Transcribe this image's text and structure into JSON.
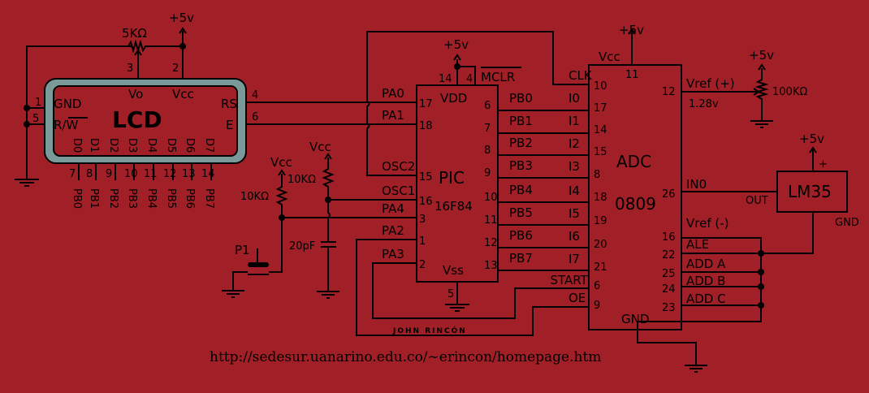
{
  "colors": {
    "background": "#a11f26",
    "wire": "#000000",
    "lcd_bezel": "#7a9a9a"
  },
  "lcd": {
    "label": "LCD",
    "pins": {
      "gnd": "GND",
      "rw": "R/W",
      "vo": "Vo",
      "vcc": "Vcc",
      "rs": "RS",
      "e": "E"
    },
    "pin_numbers": {
      "gnd": "1",
      "rw": "5",
      "vo": "3",
      "vcc": "2",
      "rs": "4",
      "e": "6"
    },
    "data_pins": [
      "D0",
      "D1",
      "D2",
      "D3",
      "D4",
      "D5",
      "D6",
      "D7"
    ],
    "data_pin_numbers": [
      "7",
      "8",
      "9",
      "10",
      "11",
      "12",
      "13",
      "14"
    ],
    "data_connections": [
      "PB0",
      "PB1",
      "PB2",
      "PB3",
      "PB4",
      "PB5",
      "PB6",
      "PB7"
    ]
  },
  "contrast_pot": {
    "value": "5KΩ"
  },
  "supplies": {
    "plus5v": "+5v",
    "vcc": "Vcc"
  },
  "pic": {
    "name": "PIC",
    "model": "16F84",
    "vdd": "VDD",
    "vss": "Vss",
    "mclr": "MCLR",
    "left_pins": [
      {
        "label": "PA0",
        "num": "17"
      },
      {
        "label": "PA1",
        "num": "18"
      },
      {
        "label": "OSC2",
        "num": "15"
      },
      {
        "label": "OSC1",
        "num": "16"
      },
      {
        "label": "PA4",
        "num": "3"
      },
      {
        "label": "PA2",
        "num": "1"
      },
      {
        "label": "PA3",
        "num": "2"
      }
    ],
    "right_pins": [
      {
        "label": "PB0",
        "num": "6"
      },
      {
        "label": "PB1",
        "num": "7"
      },
      {
        "label": "PB2",
        "num": "8"
      },
      {
        "label": "PB3",
        "num": "9"
      },
      {
        "label": "PB4",
        "num": "10"
      },
      {
        "label": "PB5",
        "num": "11"
      },
      {
        "label": "PB6",
        "num": "12"
      },
      {
        "label": "PB7",
        "num": "13"
      }
    ],
    "vdd_pins": [
      "14",
      "4"
    ],
    "vss_pin": "5"
  },
  "osc": {
    "r1": "10KΩ",
    "r2": "10KΩ",
    "cap": "20pF",
    "button": "P1"
  },
  "adc": {
    "name": "ADC",
    "model": "0809",
    "vcc": "Vcc",
    "vcc_pin": "11",
    "gnd": "GND",
    "left_pins": [
      {
        "label": "CLK",
        "num": "10"
      },
      {
        "label": "I0",
        "num": "17"
      },
      {
        "label": "I1",
        "num": "14"
      },
      {
        "label": "I2",
        "num": "15"
      },
      {
        "label": "I3",
        "num": "8"
      },
      {
        "label": "I4",
        "num": "18"
      },
      {
        "label": "I5",
        "num": "19"
      },
      {
        "label": "I6",
        "num": "20"
      },
      {
        "label": "I7",
        "num": "21"
      },
      {
        "label": "START",
        "num": "6"
      },
      {
        "label": "OE",
        "num": "9"
      }
    ],
    "right_pins": [
      {
        "label": "Vref (+)",
        "num": "12"
      },
      {
        "label": "IN0",
        "num": "26"
      },
      {
        "label": "Vref (-)",
        "num": "16"
      },
      {
        "label": "ALE",
        "num": "22"
      },
      {
        "label": "ADD A",
        "num": "25"
      },
      {
        "label": "ADD B",
        "num": "24"
      },
      {
        "label": "ADD C",
        "num": "23"
      }
    ],
    "vref_value": "1.28v"
  },
  "vref_pot": {
    "value": "100KΩ"
  },
  "sensor": {
    "name": "LM35",
    "out": "OUT",
    "gnd": "GND",
    "plus": "+"
  },
  "signature": "JOHN RINCÓN",
  "url": "http://sedesur.uanarino.edu.co/~erincon/homepage.htm"
}
